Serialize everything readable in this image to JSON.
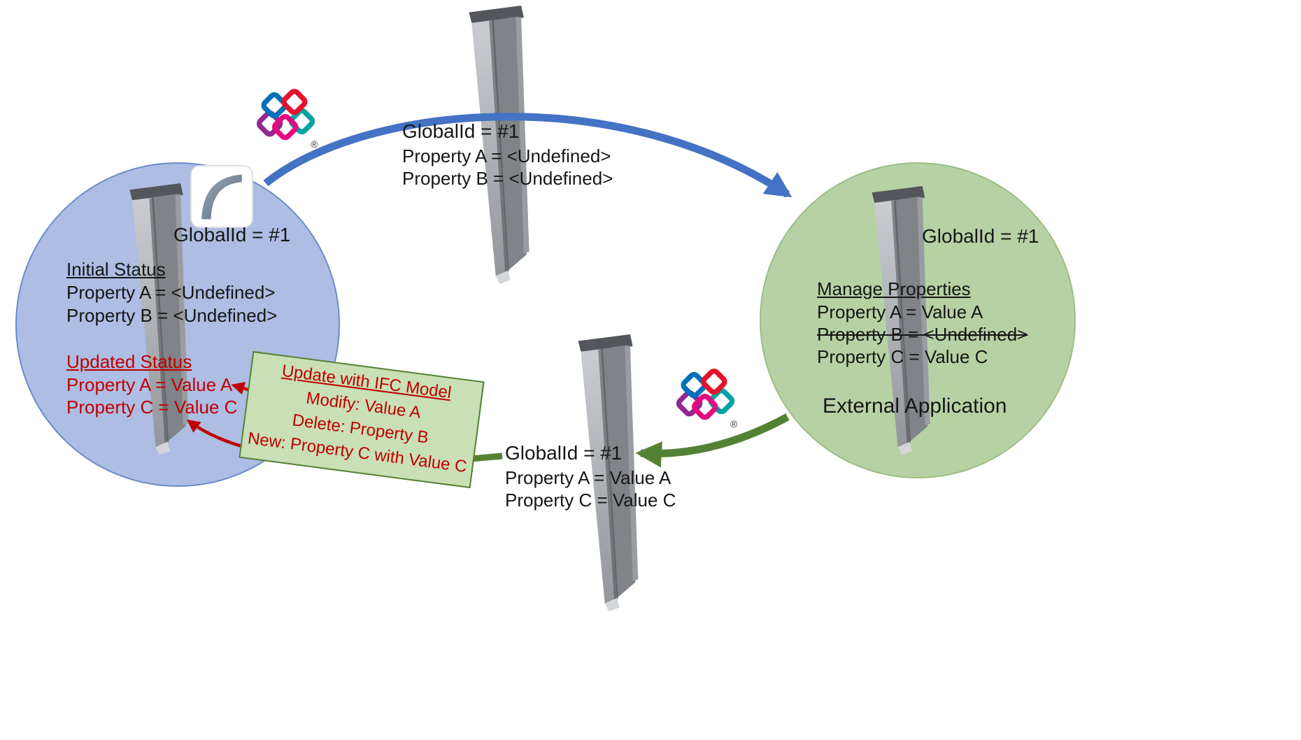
{
  "colors": {
    "blue-circle-fill": "#adbde3",
    "blue-circle-border": "#6b8cc9",
    "green-circle-fill": "#b6d2a5",
    "green-circle-border": "#9cbd85",
    "update-box-fill": "#c9dfb5",
    "update-box-border": "#538135",
    "blue-arrow": "#4472c4",
    "green-arrow": "#548235",
    "red-accent": "#c00000"
  },
  "source_app": {
    "global_id": "GlobalId = #1",
    "initial_status_title": "Initial Status",
    "initial_properties": [
      "Property A = <Undefined>",
      "Property B = <Undefined>"
    ],
    "updated_status_title": "Updated Status",
    "updated_properties": [
      "Property A = Value A",
      "Property C = Value C"
    ]
  },
  "export_model": {
    "global_id": "GlobalId = #1",
    "properties": [
      "Property A = <Undefined>",
      "Property B = <Undefined>"
    ]
  },
  "external_app": {
    "global_id": "GlobalId = #1",
    "manage_title": "Manage Properties",
    "property_a": "Property A = Value A",
    "property_b_deleted": "Property B = <Undefined>",
    "property_c": "Property C = Value C",
    "caption": "External Application"
  },
  "import_model": {
    "global_id": "GlobalId = #1",
    "properties": [
      "Property A = Value A",
      "Property C = Value C"
    ]
  },
  "update_note": {
    "title": "Update with IFC Model",
    "lines": [
      "Modify: Value A",
      "Delete: Property B",
      "New: Property C with Value C"
    ]
  },
  "ifc_logo": {
    "registered": "®"
  }
}
